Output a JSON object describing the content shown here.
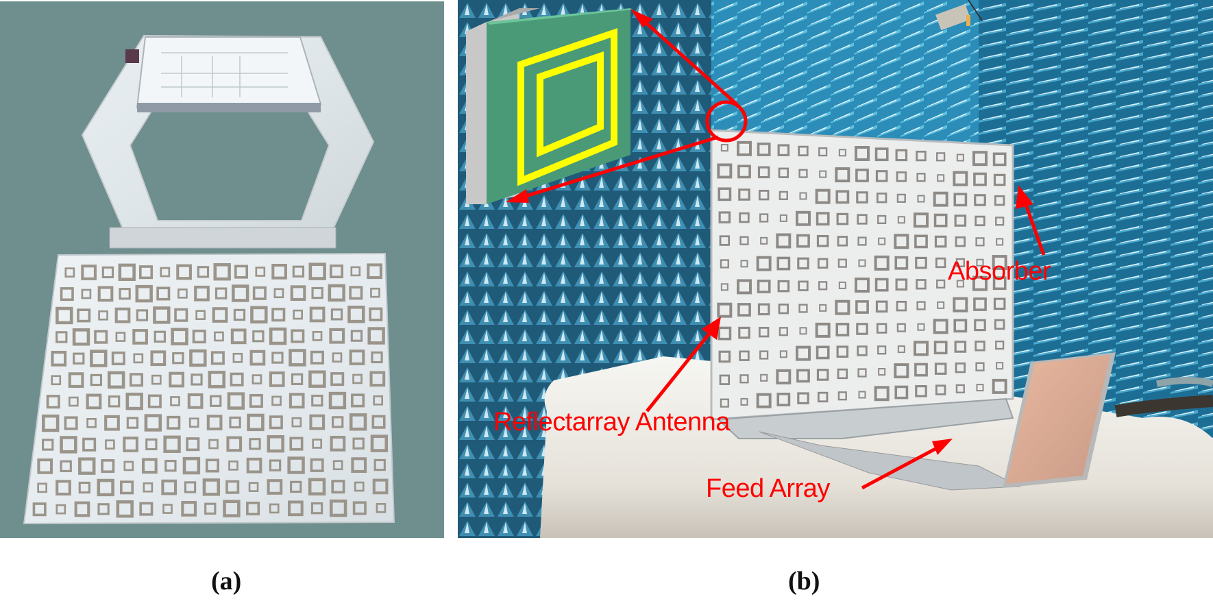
{
  "figure": {
    "panels": [
      {
        "id": "a",
        "caption": "(a)",
        "description": "Fabricated reflectarray antenna with hexagonal support frame and feed holder",
        "background_color": "#6f8e8e",
        "array": {
          "rows": 12,
          "cols": 17
        }
      },
      {
        "id": "b",
        "caption": "(b)",
        "description": "Reflectarray measurement setup in anechoic chamber",
        "annotations": {
          "absorber": "Absorber",
          "reflectarray": "Reflectarray Antenna",
          "feed": "Feed Array"
        },
        "inset": {
          "description": "Unit cell: double square ring on substrate",
          "substrate_color": "#4a9a78",
          "ring_color": "#ffff00",
          "ground_color": "#c8c8c8"
        },
        "array": {
          "rows": 12,
          "cols": 15
        },
        "annotation_color": "#ff0000"
      }
    ]
  }
}
